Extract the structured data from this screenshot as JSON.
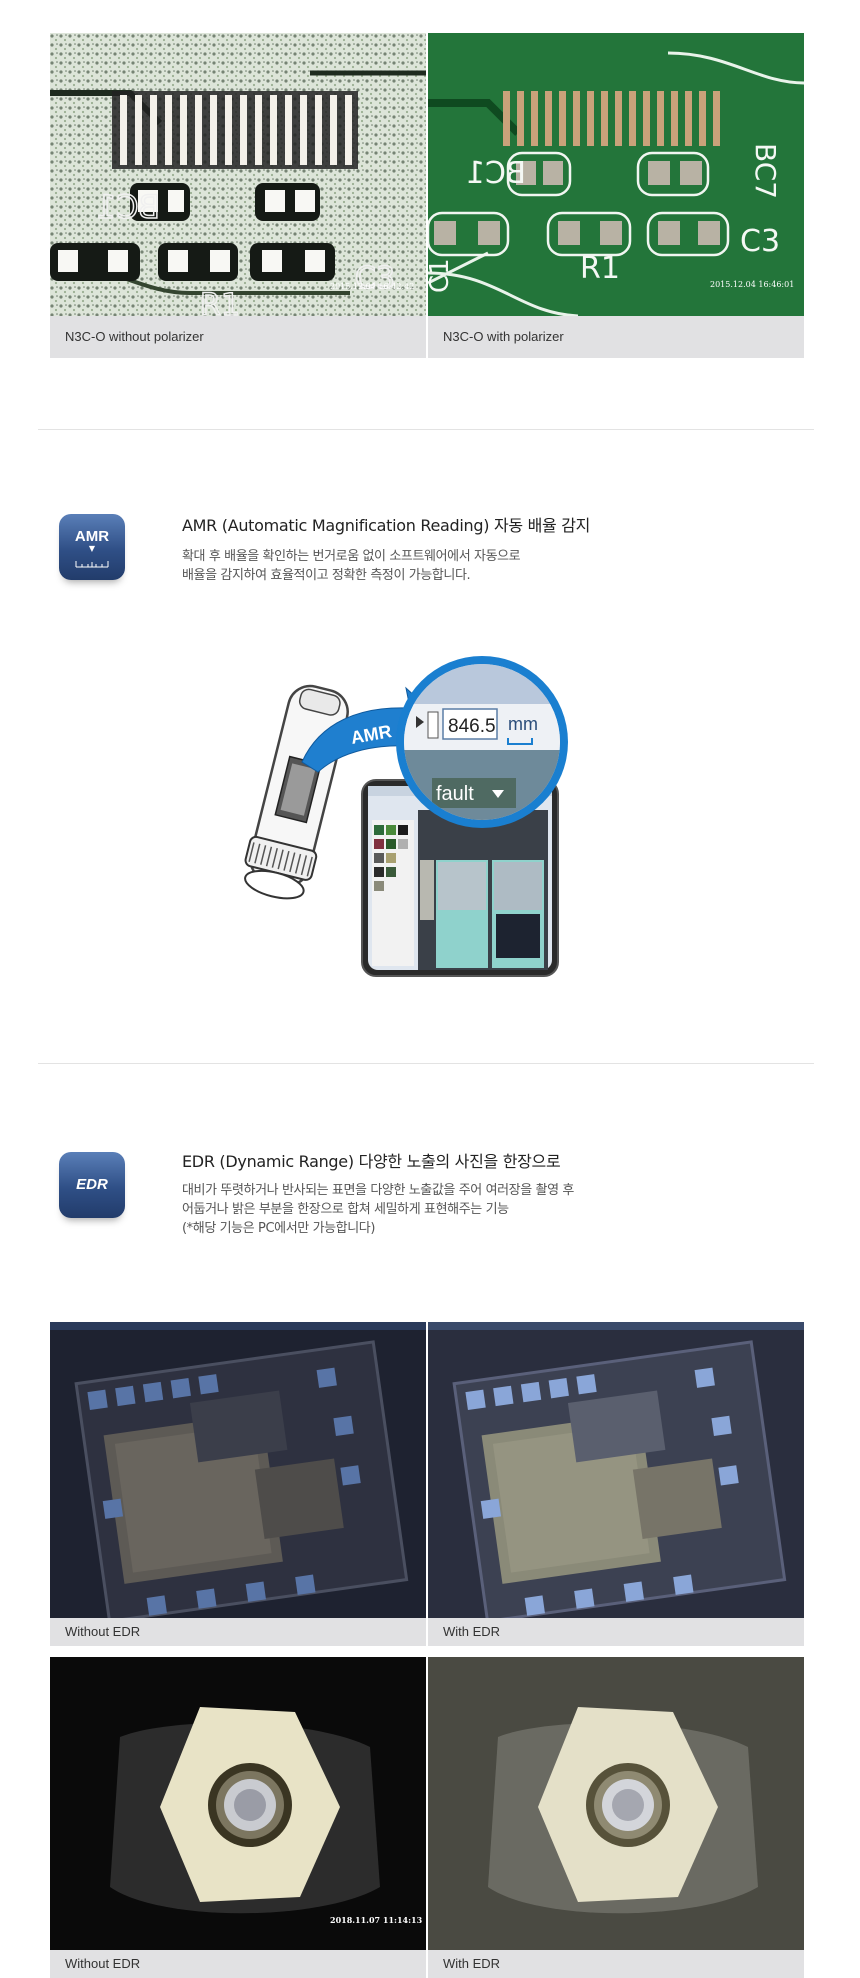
{
  "polarizer_section": {
    "left_caption": "N3C-O without polarizer",
    "right_caption": "N3C-O with polarizer",
    "left_stamp": "2015.12.04 16:42:42",
    "right_stamp": "2015.12.04 16:46:01",
    "pcb_labels": [
      "BC1",
      "BC7",
      "C3",
      "R1",
      "C1"
    ]
  },
  "amr_section": {
    "icon_text": "AMR",
    "title": "AMR (Automatic Magnification Reading) 자동 배율 감지",
    "desc_lines": [
      "확대 후 배율을 확인하는 번거로움 없이 소프트웨어에서 자동으로",
      "배율을 감지하여 효율적이고 정확한 측정이 가능합니다."
    ],
    "illustration": {
      "arrow_label": "AMR",
      "zoom_value": "846.5",
      "zoom_unit": "mm",
      "dropdown_text": "fault"
    }
  },
  "edr_section": {
    "icon_text": "EDR",
    "title": "EDR (Dynamic Range) 다양한 노출의 사진을 한장으로",
    "desc_lines": [
      "대비가 뚜렷하거나 반사되는 표면을 다양한 노출값을 주어 여러장을 촬영 후",
      "어둡거나 밝은 부분을 한장으로 합쳐 세밀하게 표현해주는 기능",
      "(*해당 기능은 PC에서만 가능합니다)"
    ],
    "chip_captions": [
      "Without EDR",
      "With EDR"
    ],
    "nut_captions": [
      "Without EDR",
      "With EDR"
    ],
    "nut_stamp": "2018.11.07 11:14:13"
  },
  "colors": {
    "caption_bg": "#e1e1e3",
    "icon_blue": "#2f4f86",
    "highlight_blue": "#1a7fd0"
  }
}
